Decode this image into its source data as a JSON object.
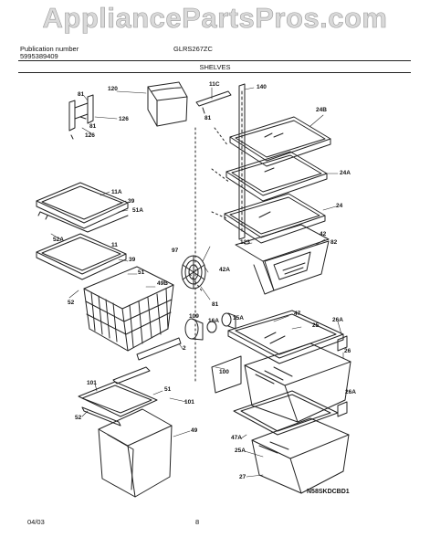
{
  "watermark": "AppliancePartsPros.com",
  "header": {
    "publication_label": "Publication number",
    "publication_number": "5995389409",
    "model": "GLRS267ZC",
    "section": "SHELVES"
  },
  "footer": {
    "date": "04/03",
    "page": "8",
    "drawing_code": "N58SKDCBD1"
  },
  "callouts": [
    "81",
    "120",
    "11C",
    "140",
    "126",
    "81",
    "81",
    "126",
    "24B",
    "24A",
    "11A",
    "39",
    "51A",
    "52A",
    "24",
    "123",
    "42",
    "82",
    "11",
    "97",
    "39",
    "51",
    "42A",
    "49B",
    "52",
    "81",
    "109",
    "16A",
    "15A",
    "47",
    "25",
    "26A",
    "2",
    "26",
    "100",
    "101",
    "51",
    "101",
    "26A",
    "52",
    "49",
    "47A",
    "25A",
    "27"
  ]
}
